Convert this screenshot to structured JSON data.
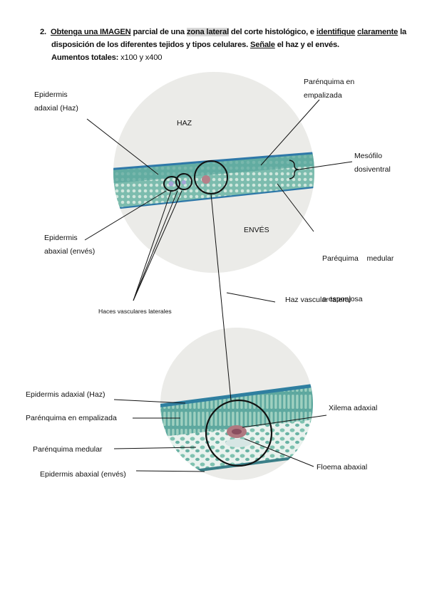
{
  "header": {
    "number": "2.",
    "line1_parts": [
      "Obtenga una IMAGEN",
      " parcial de una ",
      "zona lateral",
      " del corte histológico, e ",
      "identifique",
      " ",
      "claramente",
      " la"
    ],
    "line2_parts": [
      "disposición de los diferentes tejidos y tipos celulares. ",
      "Señale",
      " el haz y el envés."
    ],
    "magnification_label": "Aumentos totales:",
    "magnification_value": " x100 y x400"
  },
  "figure_top": {
    "face_top": "HAZ",
    "face_bottom": "ENVÉS",
    "labels": {
      "epidermis_adaxial": [
        "Epidermis",
        "adaxial (Haz)"
      ],
      "parenquima_empalizada": [
        "Parénquima en",
        "empalizada"
      ],
      "mesofilo": [
        "Mesófilo",
        "dosiventral"
      ],
      "epidermis_abaxial": [
        "Epidermis",
        "abaxial (envés)"
      ],
      "parequima_medular": [
        "Paréquima    medular",
        "o esponjosa"
      ],
      "haces_vasculares": "Haces vasculares laterales",
      "haz_vascular_lateral": "Haz vascular lateral"
    }
  },
  "figure_bottom": {
    "labels": {
      "epidermis_adaxial": "Epidermis adaxial (Haz)",
      "parenquima_empalizada": "Parénquima en empalizada",
      "parenquima_medular": "Parénquima medular",
      "epidermis_abaxial": "Epidermis abaxial (envés)",
      "xilema": "Xilema adaxial",
      "floema": "Floema abaxial"
    }
  },
  "colors": {
    "field": "#ececec",
    "tissue": "#6fb3a6",
    "tissue_dark": "#2f7f84",
    "epidermis": "#3a86b0",
    "xylem": "#a86d78",
    "line": "#111111"
  }
}
